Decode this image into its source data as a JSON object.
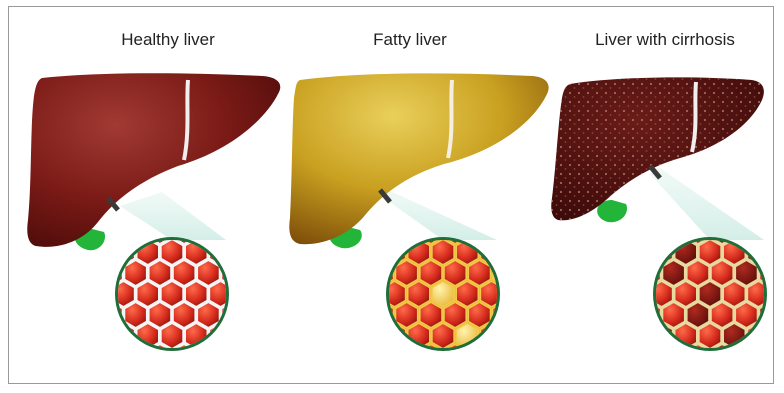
{
  "labels": {
    "healthy": "Healthy liver",
    "fatty": "Fatty liver",
    "cirrhosis": "Liver with cirrhosis"
  },
  "colors": {
    "healthy_liver": "#7a1a16",
    "fatty_liver": "#c9a020",
    "cirrhosis_liver": "#4a0f0e",
    "gallbladder": "#22b53a",
    "cell_red": "#d42a1c",
    "cell_fat": "#f2c94a",
    "scar_tissue": "#e8d9a0",
    "zoom_beam": "#dff3ee"
  }
}
